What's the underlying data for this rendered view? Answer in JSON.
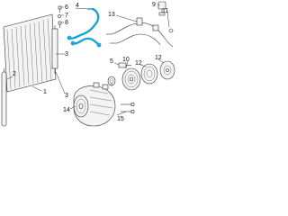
{
  "callouts": {
    "c1": "1",
    "c2": "2",
    "c3": "3",
    "c4": "4",
    "c5": "5",
    "c6": "6",
    "c7": "7",
    "c8": "8",
    "c9": "9",
    "c10": "10",
    "c11": "11",
    "c12": "12",
    "c13": "13",
    "c14": "14",
    "c15": "15"
  },
  "colors": {
    "highlight": "#1aa3d6",
    "line": "#333333"
  }
}
